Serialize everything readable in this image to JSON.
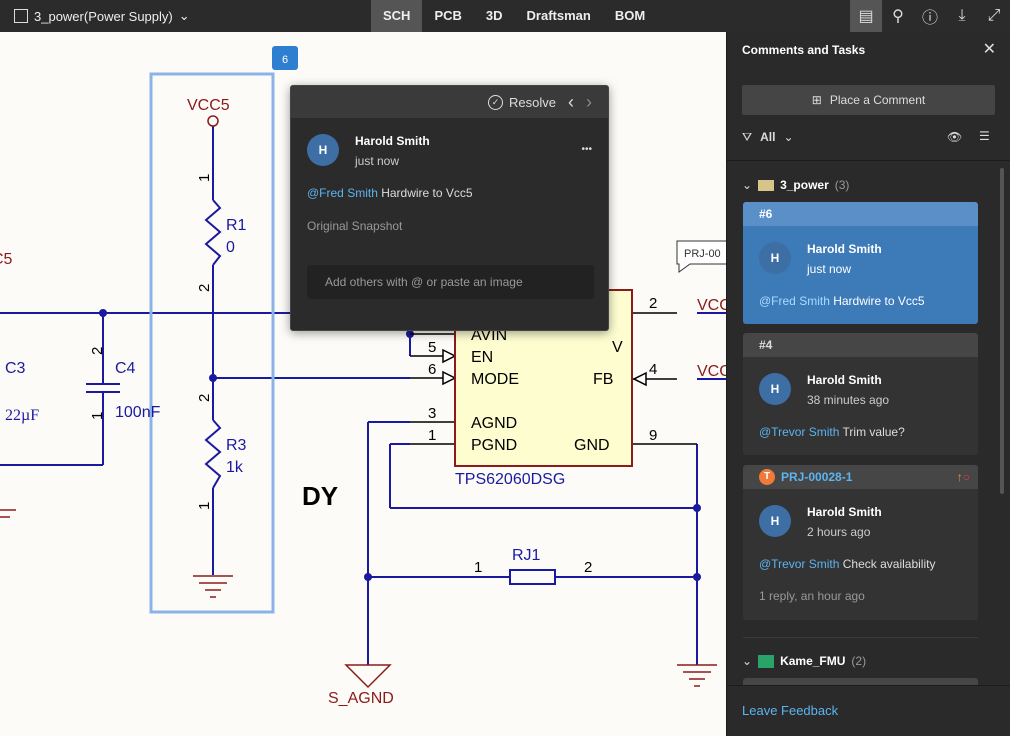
{
  "topbar": {
    "project": "3_power(Power Supply)",
    "tabs": [
      "SCH",
      "PCB",
      "3D",
      "Draftsman",
      "BOM"
    ],
    "active_tab": "SCH"
  },
  "schematic": {
    "selection_badge": "6",
    "vcc5": "VCC5",
    "r1": "R1",
    "r1_val": "0",
    "r3": "R3",
    "r3_val": "1k",
    "c3": "C3",
    "c3_val": "22µF",
    "c4": "C4",
    "c4_val": "100nF",
    "c5_partial": "C5",
    "pin1": "1",
    "pin2": "2",
    "pin3": "3",
    "pin4": "4",
    "pin5": "5",
    "pin6": "6",
    "pin9": "9",
    "ic_pins": {
      "avin": "AVIN",
      "en": "EN",
      "mode": "MODE",
      "agnd": "AGND",
      "pgnd": "PGND",
      "fb": "FB",
      "gnd": "GND",
      "top": "V"
    },
    "ic_name": "TPS62060DSG",
    "dy": "DY",
    "rj1": "RJ1",
    "s_agnd": "S_AGND",
    "vcc_right": "VCC",
    "callout": "PRJ-00"
  },
  "popup": {
    "resolve": "Resolve",
    "author": "Harold Smith",
    "avatar": "H",
    "time": "just now",
    "mention": "@Fred Smith",
    "text": " Hardwire to Vcc5",
    "snapshot": "Original Snapshot",
    "reply_placeholder": "Add others with @ or paste an image",
    "more": "•••"
  },
  "panel": {
    "title": "Comments and Tasks",
    "place_comment": "Place a Comment",
    "filter": "All",
    "groups": [
      {
        "name": "3_power",
        "count": "(3)"
      },
      {
        "name": "Kame_FMU",
        "count": "(2)"
      }
    ],
    "cards": [
      {
        "id": "#6",
        "author": "Harold Smith",
        "avatar": "H",
        "time": "just now",
        "mention": "@Fred Smith",
        "text": " Hardwire to Vcc5"
      },
      {
        "id": "#4",
        "author": "Harold Smith",
        "avatar": "H",
        "time": "38 minutes ago",
        "mention": "@Trevor Smith",
        "text": " Trim value?"
      },
      {
        "id": "PRJ-00028-1",
        "badge": "T",
        "author": "Harold Smith",
        "avatar": "H",
        "time": "2 hours ago",
        "mention": "@Trevor Smith",
        "text": " Check availability",
        "replies": "1 reply, an hour ago"
      }
    ],
    "feedback": "Leave Feedback"
  },
  "colors": {
    "wire": "#1a1aa0",
    "net": "#8b1a1a",
    "accent": "#3d7ab8",
    "mention": "#5cb4f0"
  }
}
